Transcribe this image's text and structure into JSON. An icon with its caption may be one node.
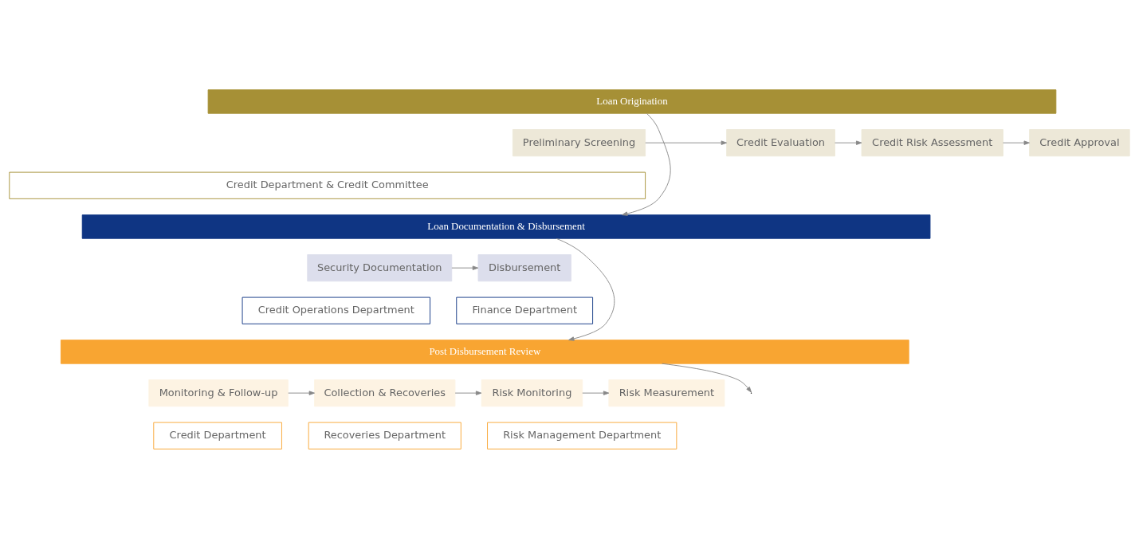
{
  "diagram": {
    "nodes": [
      {
        "text": [
          "Loan Origination"
        ]
      },
      {
        "text": [
          "Preliminary Screening"
        ]
      },
      {
        "text": [
          "Credit Evaluation"
        ]
      },
      {
        "text": [
          "Credit Risk Assessment"
        ]
      },
      {
        "text": [
          "Credit Approval"
        ]
      },
      {
        "text": [
          "Credit Department & Credit Committee"
        ]
      },
      {
        "text": [
          "Loan Documentation & Disbursement"
        ]
      },
      {
        "text": [
          "Security Documentation"
        ]
      },
      {
        "text": [
          "Disbursement"
        ]
      },
      {
        "text": [
          "Credit Operations Department"
        ]
      },
      {
        "text": [
          "Finance Department"
        ]
      },
      {
        "text": [
          "Post Disbursement Review"
        ]
      },
      {
        "text": [
          "Monitoring & Follow-up"
        ]
      },
      {
        "text": [
          "Collection & Recoveries"
        ]
      },
      {
        "text": [
          "Risk Monitoring"
        ]
      },
      {
        "text": [
          "Risk Measurement"
        ]
      },
      {
        "text": [
          "Credit Department"
        ]
      },
      {
        "text": [
          "Recoveries Department"
        ]
      },
      {
        "text": [
          "Risk Management Department"
        ]
      }
    ],
    "edges": [
      {
        "from": 0,
        "to": 6,
        "arrow": "to"
      },
      {
        "from": 1,
        "to": 2,
        "arrow": "to"
      },
      {
        "from": 2,
        "to": 3,
        "arrow": "to"
      },
      {
        "from": 3,
        "to": 4,
        "arrow": "to"
      },
      {
        "from": 6,
        "to": 11,
        "arrow": "to"
      },
      {
        "from": 7,
        "to": 8,
        "arrow": "to"
      },
      {
        "from": 11,
        "to": null,
        "arrow": "to"
      },
      {
        "from": 12,
        "to": 13,
        "arrow": "to"
      },
      {
        "from": 13,
        "to": 14,
        "arrow": "to"
      },
      {
        "from": 14,
        "to": 15,
        "arrow": "to"
      }
    ]
  }
}
